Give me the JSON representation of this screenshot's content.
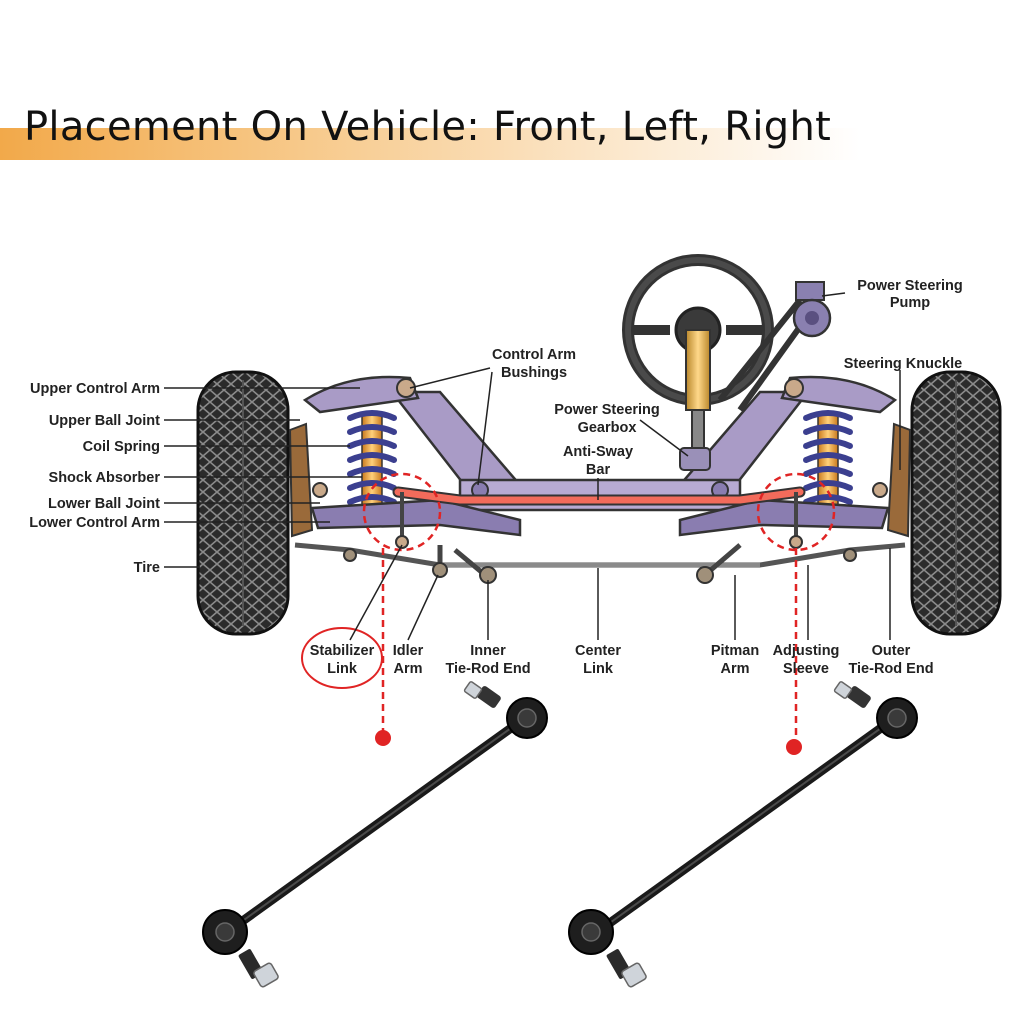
{
  "title": "Placement On Vehicle: Front, Left, Right",
  "labels": {
    "upper_control_arm": "Upper Control Arm",
    "upper_ball_joint": "Upper Ball Joint",
    "coil_spring": "Coil Spring",
    "shock_absorber": "Shock Absorber",
    "lower_ball_joint": "Lower Ball Joint",
    "lower_control_arm": "Lower Control Arm",
    "tire": "Tire",
    "control_arm_bushings_1": "Control Arm",
    "control_arm_bushings_2": "Bushings",
    "power_steering_gearbox_1": "Power Steering",
    "power_steering_gearbox_2": "Gearbox",
    "anti_sway_bar_1": "Anti-Sway",
    "anti_sway_bar_2": "Bar",
    "power_steering_pump_1": "Power Steering",
    "power_steering_pump_2": "Pump",
    "steering_knuckle": "Steering Knuckle",
    "stabilizer_link_1": "Stabilizer",
    "stabilizer_link_2": "Link",
    "idler_arm_1": "Idler",
    "idler_arm_2": "Arm",
    "inner_tie_rod_end_1": "Inner",
    "inner_tie_rod_end_2": "Tie-Rod End",
    "center_link_1": "Center",
    "center_link_2": "Link",
    "pitman_arm_1": "Pitman",
    "pitman_arm_2": "Arm",
    "adjusting_sleeve_1": "Adjusting",
    "adjusting_sleeve_2": "Sleeve",
    "outer_tie_rod_end_1": "Outer",
    "outer_tie_rod_end_2": "Tie-Rod End"
  },
  "colors": {
    "accent_band": "#f2a94a",
    "frame": "#a99bc6",
    "anti_sway_bar": "#f26b5b",
    "highlight": "#e02424",
    "spring": "#3b3f8f",
    "shock": "#f0a830",
    "tire": "#2b2b2b"
  }
}
